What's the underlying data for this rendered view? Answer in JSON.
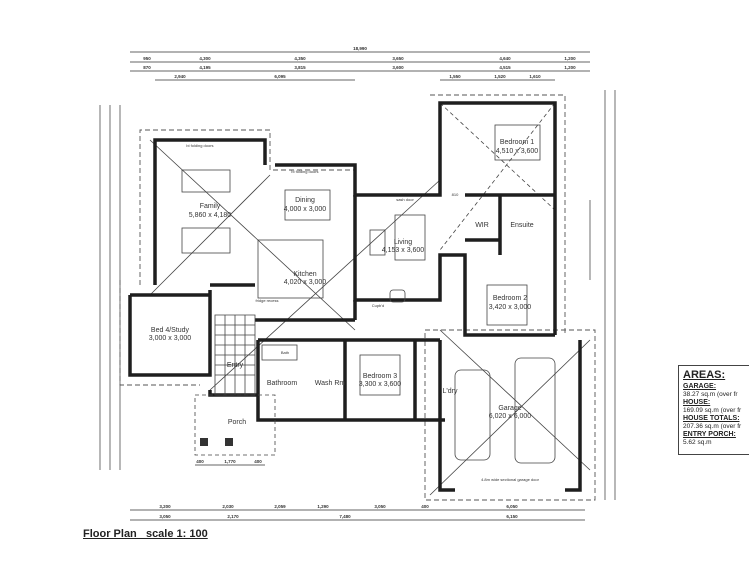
{
  "title": "Floor Plan   scale 1: 100",
  "areas": {
    "heading": "AREAS:",
    "items": [
      {
        "label": "GARAGE:",
        "value": "38.27 sq.m (over fr"
      },
      {
        "label": "HOUSE:",
        "value": "169.09 sq.m (over fr"
      },
      {
        "label": "HOUSE TOTALS:",
        "value": "207.36 sq.m (over fr"
      },
      {
        "label": "ENTRY PORCH:",
        "value": "5.62 sq.m"
      }
    ]
  },
  "rooms": {
    "family": {
      "name": "Family",
      "size": "5,860 x 4,180"
    },
    "dining": {
      "name": "Dining",
      "size": "4,000 x 3,000"
    },
    "kitchen": {
      "name": "Kitchen",
      "size": "4,020 x 3,000"
    },
    "living": {
      "name": "Living",
      "size": "4,153 x 3,600"
    },
    "bedroom1": {
      "name": "Bedroom 1",
      "size": "4,510 x 3,600"
    },
    "bedroom2": {
      "name": "Bedroom 2",
      "size": "3,420 x 3,000"
    },
    "bedroom3": {
      "name": "Bedroom 3",
      "size": "3,300 x 3,600"
    },
    "bed4": {
      "name": "Bed 4/Study",
      "size": "3,000 x 3,000"
    },
    "garage": {
      "name": "Garage",
      "size": "6,020 x 6,000"
    },
    "wir": "WIR",
    "ensuite": "Ensuite",
    "entry": "Entry",
    "bathroom": "Bathroom",
    "washrm": "Wash Rm",
    "ldry": "L'dry",
    "porch": "Porch",
    "cupbd": "Cupb'd",
    "bath": "Bath"
  },
  "notes": {
    "bifold1": "bi folding doors",
    "bifold2": "bi folding doors",
    "slider": "sash door",
    "garagedoor": "4.8m wide sectional garage door",
    "fridge": "fridge recess",
    "door810": "810"
  },
  "dimensions": {
    "overall": "18,990",
    "row1": [
      "950",
      "4,300",
      "4,350",
      "3,650",
      "4,640",
      "1,200"
    ],
    "row2": [
      "870",
      "4,195",
      "3,815",
      "3,600",
      "4,515",
      "1,200"
    ],
    "row3": [
      "2,940",
      "6,095",
      "1,550",
      "1,520",
      "1,610"
    ],
    "bottom1": [
      "3,200",
      "2,030",
      "2,059",
      "1,290",
      "3,050",
      "400",
      "6,050"
    ],
    "bottom2": [
      "3,050",
      "2,170",
      "7,480",
      "6,150"
    ],
    "porch": [
      "400",
      "1,770",
      "400"
    ]
  }
}
